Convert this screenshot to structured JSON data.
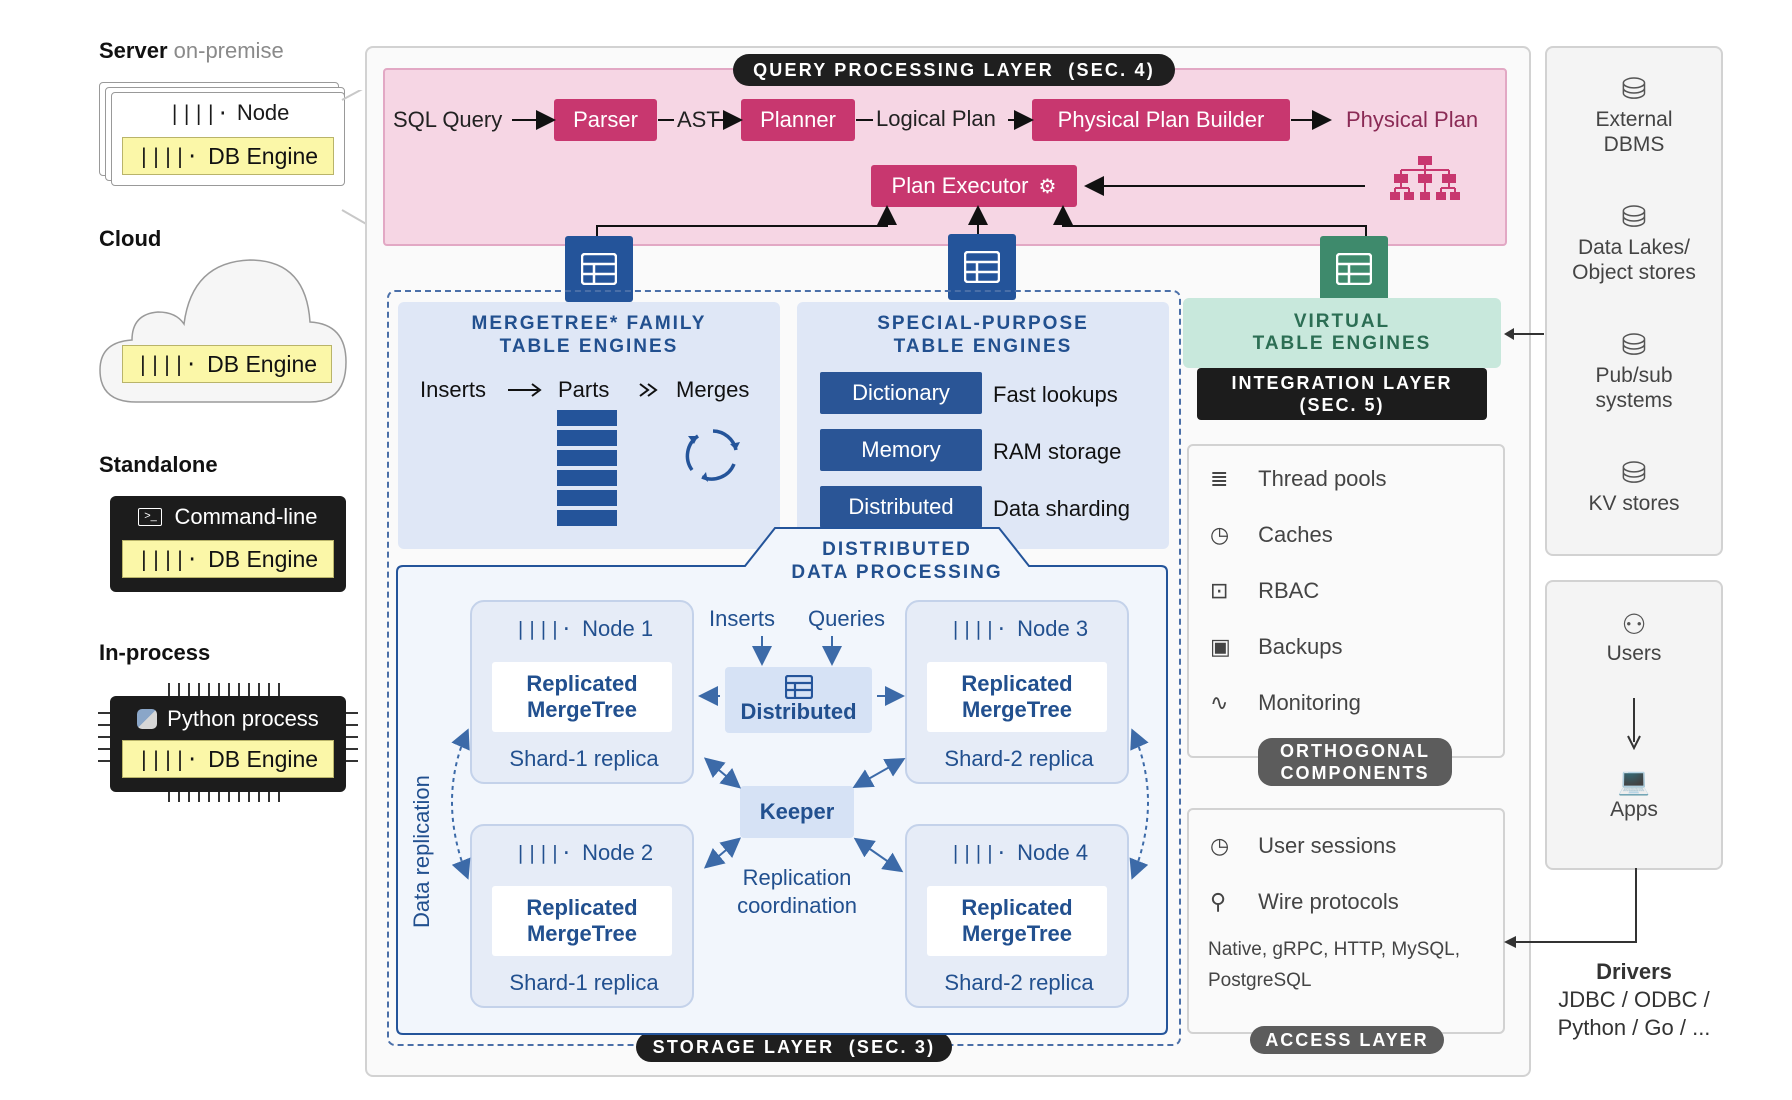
{
  "left": {
    "server": {
      "title": "Server",
      "subtitle": "on-premise",
      "node": "Node",
      "engine": "DB Engine"
    },
    "cloud": {
      "title": "Cloud",
      "engine": "DB Engine"
    },
    "standalone": {
      "title": "Standalone",
      "cli": "Command-line",
      "engine": "DB Engine"
    },
    "inprocess": {
      "title": "In-process",
      "python": "Python process",
      "engine": "DB Engine"
    }
  },
  "query_layer": {
    "label": "QUERY PROCESSING LAYER  (SEC. 4)",
    "sql_query": "SQL Query",
    "parser": "Parser",
    "ast": "AST",
    "planner": "Planner",
    "logical_plan": "Logical Plan",
    "physical_plan_builder": "Physical Plan Builder",
    "physical_plan": "Physical Plan",
    "plan_executor": "Plan Executor"
  },
  "mergetree": {
    "title_line1": "MERGETREE* FAMILY",
    "title_line2": "TABLE ENGINES",
    "inserts": "Inserts",
    "parts": "Parts",
    "merges": "Merges"
  },
  "special": {
    "title_line1": "SPECIAL-PURPOSE",
    "title_line2": "TABLE ENGINES",
    "rows": [
      {
        "engine": "Dictionary",
        "desc": "Fast lookups"
      },
      {
        "engine": "Memory",
        "desc": "RAM storage"
      },
      {
        "engine": "Distributed",
        "desc": "Data sharding"
      }
    ]
  },
  "virtual": {
    "title_line1": "VIRTUAL",
    "title_line2": "TABLE ENGINES",
    "integration_line1": "INTEGRATION LAYER",
    "integration_line2": "(SEC. 5)"
  },
  "distributed": {
    "title_line1": "DISTRIBUTED",
    "title_line2": "DATA PROCESSING",
    "inserts": "Inserts",
    "queries": "Queries",
    "distributed": "Distributed",
    "keeper": "Keeper",
    "replication_line1": "Replication",
    "replication_line2": "coordination",
    "data_replication": "Data replication",
    "nodes": [
      {
        "name": "Node 1",
        "rep1": "Replicated",
        "rep2": "MergeTree",
        "shard": "Shard-1 replica"
      },
      {
        "name": "Node 3",
        "rep1": "Replicated",
        "rep2": "MergeTree",
        "shard": "Shard-2 replica"
      },
      {
        "name": "Node 2",
        "rep1": "Replicated",
        "rep2": "MergeTree",
        "shard": "Shard-1 replica"
      },
      {
        "name": "Node 4",
        "rep1": "Replicated",
        "rep2": "MergeTree",
        "shard": "Shard-2 replica"
      }
    ],
    "storage_label": "STORAGE LAYER  (SEC. 3)"
  },
  "orthogonal": {
    "items": [
      "Thread pools",
      "Caches",
      "RBAC",
      "Backups",
      "Monitoring"
    ],
    "label_line1": "ORTHOGONAL",
    "label_line2": "COMPONENTS"
  },
  "access": {
    "sessions": "User sessions",
    "wire": "Wire protocols",
    "protocols_line1": "Native, gRPC, HTTP, MySQL,",
    "protocols_line2": "PostgreSQL",
    "label": "ACCESS LAYER"
  },
  "external": {
    "items": [
      {
        "line1": "External",
        "line2": "DBMS"
      },
      {
        "line1": "Data Lakes/",
        "line2": "Object stores"
      },
      {
        "line1": "Pub/sub",
        "line2": "systems"
      },
      {
        "line1": "KV stores",
        "line2": ""
      }
    ]
  },
  "clients": {
    "users": "Users",
    "apps": "Apps",
    "drivers": "Drivers",
    "drivers_line1": "JDBC / ODBC /",
    "drivers_line2": "Python / Go / ..."
  },
  "colors": {
    "pink": "#c8376f",
    "blue": "#2a5596",
    "green": "#3e8a6c",
    "yellow": "#fbf7a8"
  }
}
